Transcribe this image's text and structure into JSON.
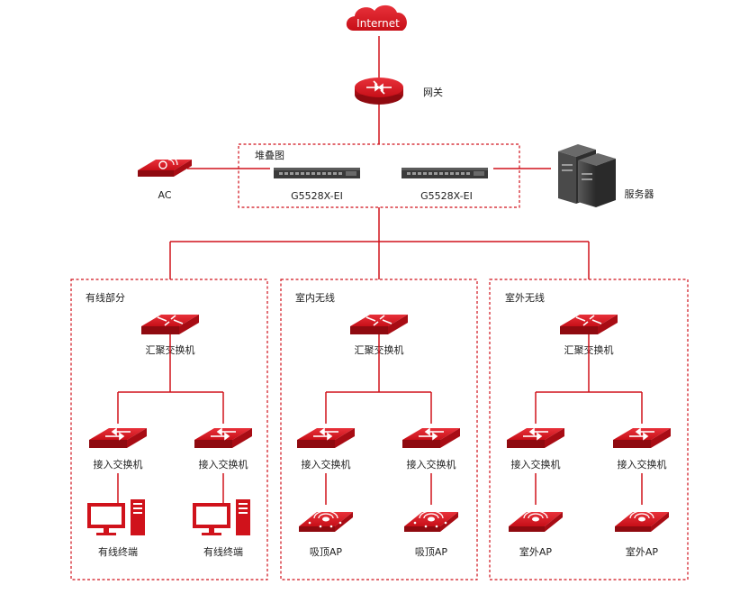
{
  "colors": {
    "primary": "#d0121b",
    "primary_dark": "#8f0a10",
    "line": "#d0121b",
    "server": "#3a3a3a"
  },
  "top": {
    "internet_label": "Internet",
    "gateway_label": "网关",
    "ac_label": "AC",
    "server_label": "服务器",
    "stack": {
      "title": "堆叠图",
      "switch1_model": "G5528X-EI",
      "switch2_model": "G5528X-EI"
    }
  },
  "sections": [
    {
      "title": "有线部分",
      "aggregation_label": "汇聚交换机",
      "access_label": "接入交换机",
      "endpoint_label": "有线终端",
      "endpoint_icon": "desktop-pc-icon"
    },
    {
      "title": "室内无线",
      "aggregation_label": "汇聚交换机",
      "access_label": "接入交换机",
      "endpoint_label": "吸顶AP",
      "endpoint_icon": "ceiling-ap-icon"
    },
    {
      "title": "室外无线",
      "aggregation_label": "汇聚交换机",
      "access_label": "接入交换机",
      "endpoint_label": "室外AP",
      "endpoint_icon": "outdoor-ap-icon"
    }
  ]
}
